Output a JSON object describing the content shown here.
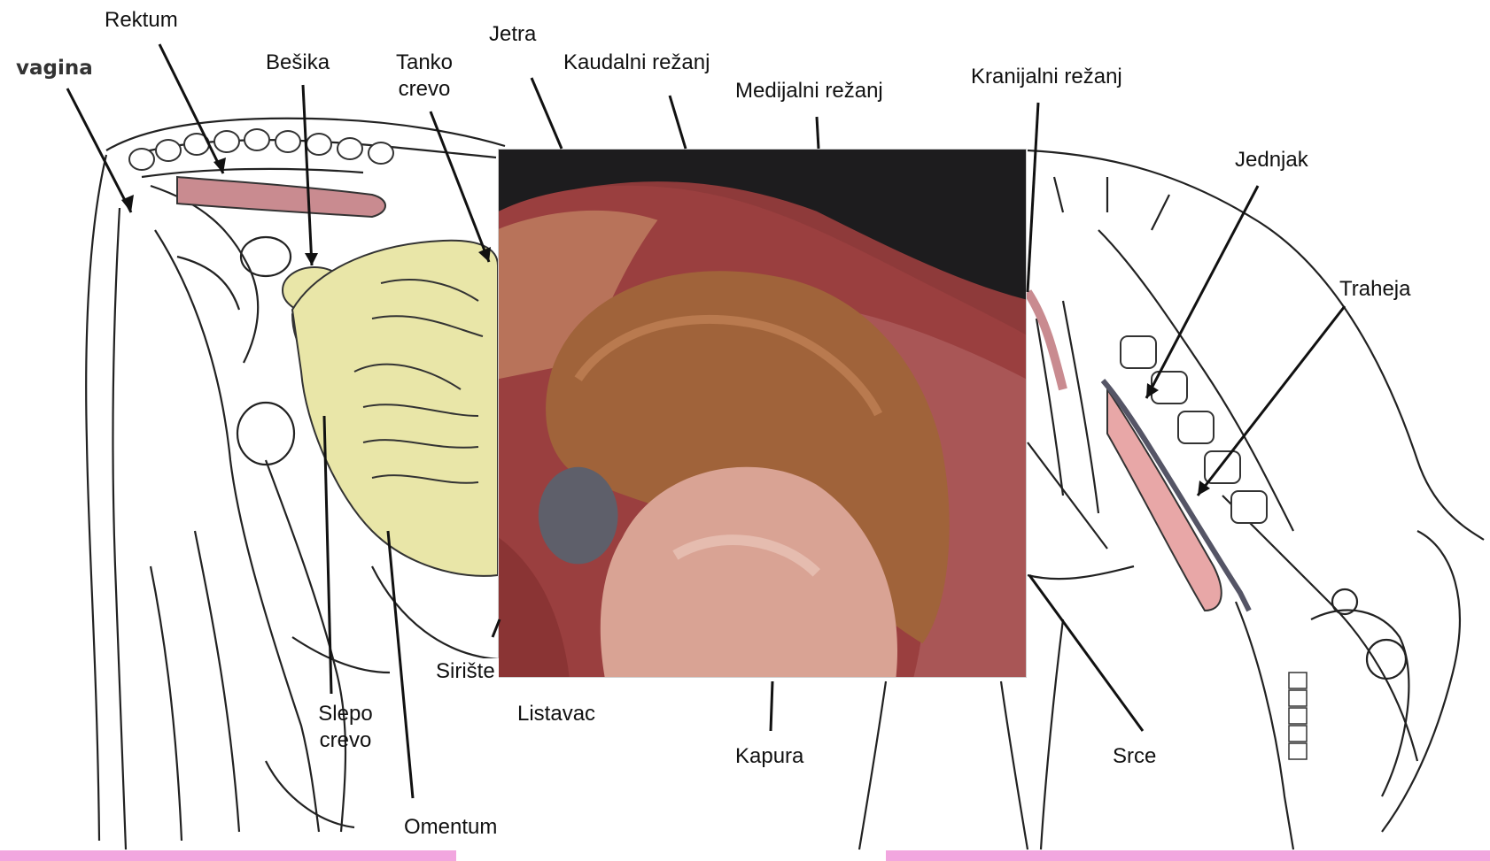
{
  "labels": {
    "vagina": "vagina",
    "rektum": "Rektum",
    "besika": "Bešika",
    "tanko_crevo_1": "Tanko",
    "tanko_crevo_2": "crevo",
    "jetra": "Jetra",
    "kaudalni": "Kaudalni režanj",
    "medijalni": "Medijalni režanj",
    "kranijalni": "Kranijalni režanj",
    "jednjak": "Jednjak",
    "traheja": "Traheja",
    "siriste": "Sirište",
    "listavac": "Listavac",
    "slepo_crevo_1": "Slepo",
    "slepo_crevo_2": "crevo",
    "omentum": "Omentum",
    "kapura": "Kapura",
    "srce": "Srce"
  },
  "colors": {
    "accent_pink": "#f2a6df",
    "liver": "#a0633a",
    "rumen": "#d9a394",
    "intestine_yellow": "#e9e6a8",
    "cecum_green": "#9fbf55",
    "rectum_pink": "#c98b90",
    "trachea_pink": "#e8a7a7",
    "background_dark": "#1d1c1e"
  }
}
